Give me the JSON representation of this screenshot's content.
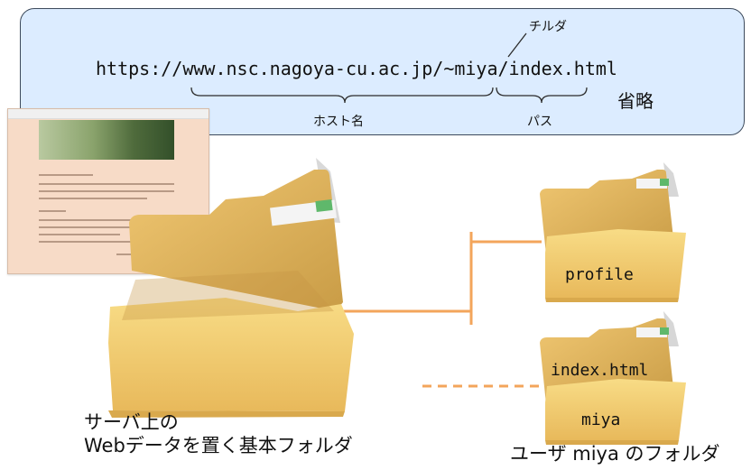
{
  "url_panel": {
    "url": "https://www.nsc.nagoya-cu.ac.jp/~miya/index.html",
    "tilde_label": "チルダ",
    "host_label": "ホスト名",
    "path_label": "パス",
    "omit_label": "省略"
  },
  "folders": {
    "base_caption_line1": "サーバ上の",
    "base_caption_line2": "Webデータを置く基本フォルダ",
    "profile_label": "profile",
    "index_label": "index.html",
    "miya_label": "miya",
    "miya_caption": "ユーザ miya のフォルダ"
  },
  "colors": {
    "panel_bg": "#dcecff",
    "connector": "#f3a55b",
    "folder_front": "#f3cf72",
    "folder_back": "#e2b35a"
  }
}
